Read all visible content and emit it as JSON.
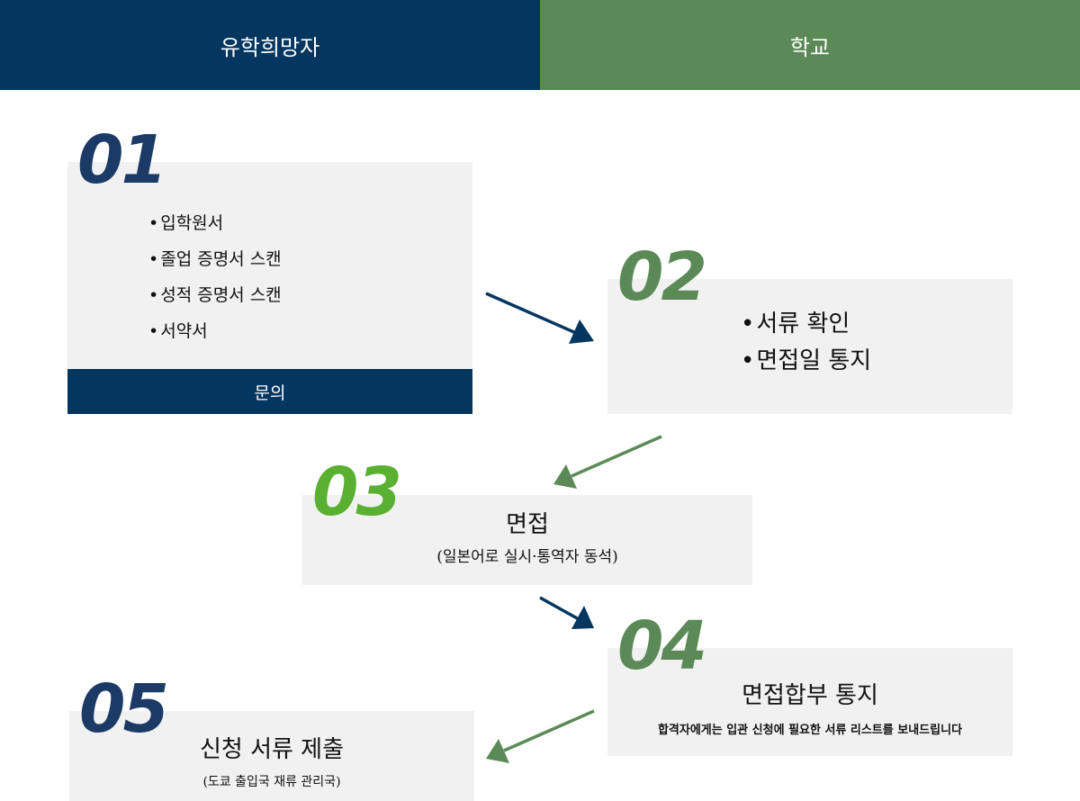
{
  "header": {
    "left_label": "유학희망자",
    "right_label": "학교"
  },
  "colors": {
    "navy": "#05365f",
    "green": "#5b8a57",
    "bright_green": "#5ab031",
    "box_gray": "#f1f1f1"
  },
  "steps": [
    {
      "number": "01",
      "items": [
        "입학원서",
        "졸업 증명서 스캔",
        "성적 증명서 스캔",
        "서약서"
      ],
      "button_label": "문의"
    },
    {
      "number": "02",
      "items": [
        "서류 확인",
        "면접일 통지"
      ]
    },
    {
      "number": "03",
      "title": "면접",
      "subtitle": "(일본어로 실시·통역자 동석)"
    },
    {
      "number": "04",
      "title": "면접합부 통지",
      "subtitle": "합격자에게는 입관 신청에 필요한 서류 리스트를 보내드립니다"
    },
    {
      "number": "05",
      "title": "신청 서류 제출",
      "subtitle": "(도쿄 출입국 재류 관리국)"
    }
  ]
}
